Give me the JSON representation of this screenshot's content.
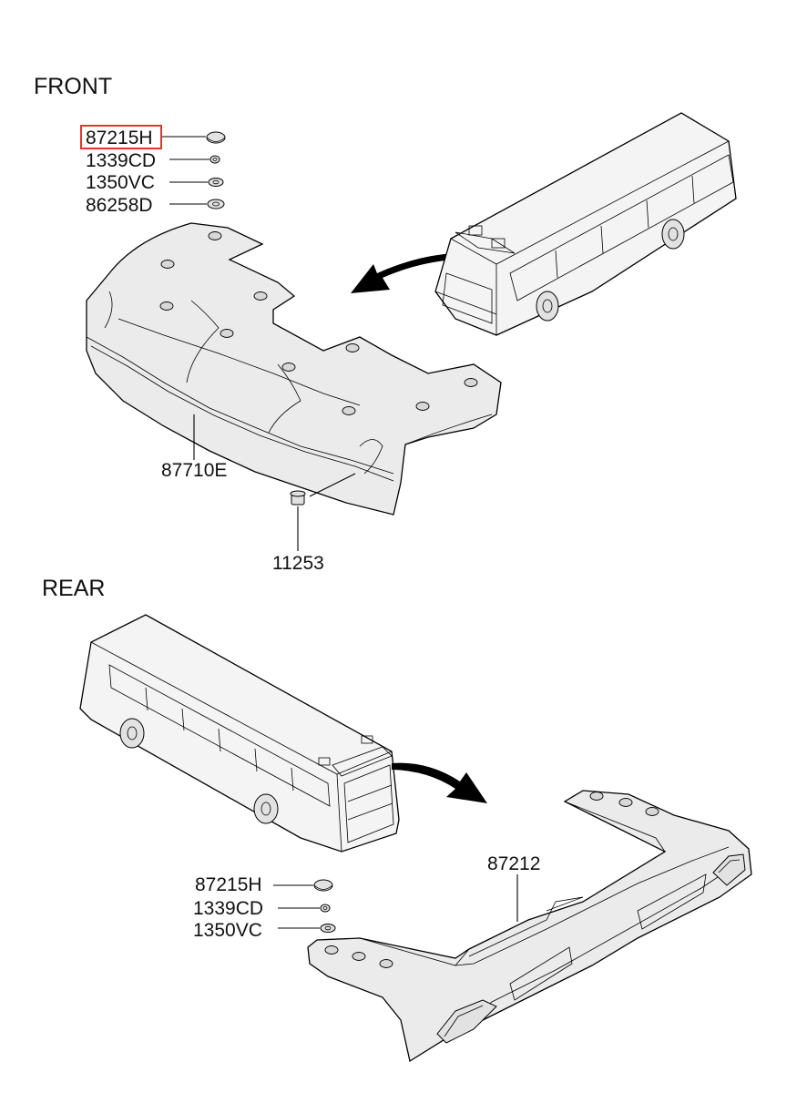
{
  "sections": {
    "front": "FRONT",
    "rear": "REAR"
  },
  "front": {
    "hardware": [
      {
        "code": "87215H",
        "highlighted": true
      },
      {
        "code": "1339CD",
        "highlighted": false
      },
      {
        "code": "1350VC",
        "highlighted": false
      },
      {
        "code": "86258D",
        "highlighted": false
      }
    ],
    "panel_code": "87710E",
    "screw_code": "11253"
  },
  "rear": {
    "hardware": [
      {
        "code": "87215H"
      },
      {
        "code": "1339CD"
      },
      {
        "code": "1350VC"
      }
    ],
    "panel_code": "87212"
  },
  "colors": {
    "highlight_box": "#e8342c",
    "line": "#000000",
    "panel_fill": "#ebebeb"
  }
}
